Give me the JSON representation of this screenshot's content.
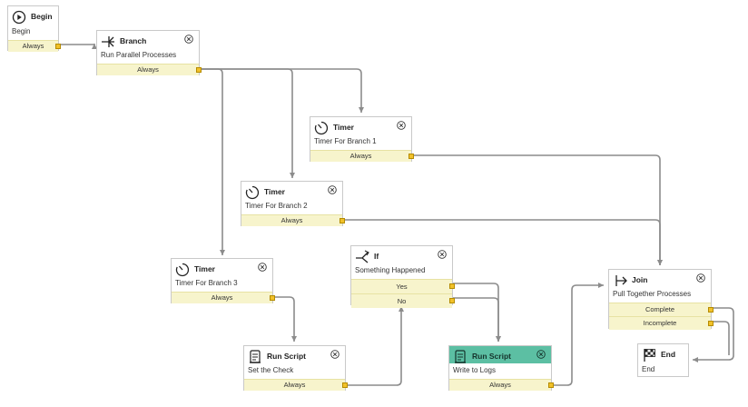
{
  "nodes": {
    "begin": {
      "title": "Begin",
      "subtitle": "Begin",
      "outputs": [
        "Always"
      ]
    },
    "branch": {
      "title": "Branch",
      "subtitle": "Run Parallel Processes",
      "outputs": [
        "Always"
      ]
    },
    "timer1": {
      "title": "Timer",
      "subtitle": "Timer For Branch 1",
      "outputs": [
        "Always"
      ]
    },
    "timer2": {
      "title": "Timer",
      "subtitle": "Timer For Branch 2",
      "outputs": [
        "Always"
      ]
    },
    "timer3": {
      "title": "Timer",
      "subtitle": "Timer For Branch 3",
      "outputs": [
        "Always"
      ]
    },
    "if": {
      "title": "If",
      "subtitle": "Something Happened",
      "outputs": [
        "Yes",
        "No"
      ]
    },
    "script1": {
      "title": "Run Script",
      "subtitle": "Set the Check",
      "outputs": [
        "Always"
      ]
    },
    "script2": {
      "title": "Run Script",
      "subtitle": "Write to Logs",
      "outputs": [
        "Always"
      ]
    },
    "join": {
      "title": "Join",
      "subtitle": "Pull Together Processes",
      "outputs": [
        "Complete",
        "Incomplete"
      ]
    },
    "end": {
      "title": "End",
      "subtitle": "End",
      "outputs": []
    }
  },
  "colors": {
    "highlight": "#5cbfa3",
    "port": "#f1c12a",
    "output_row": "#f7f4cc",
    "wire": "#8c8c8c"
  }
}
